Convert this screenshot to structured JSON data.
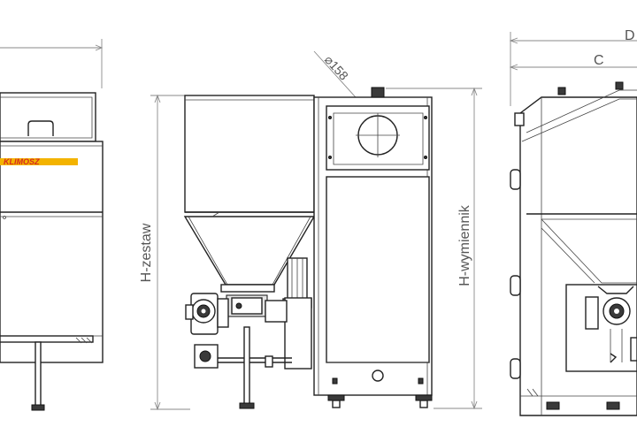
{
  "dimensions": {
    "diameter": "158",
    "h_set": "H-zestaw",
    "h_exchanger": "H-wymiennik",
    "c": "C",
    "d": "D"
  },
  "brand_logo": "KLIMOSZ",
  "colors": {
    "line": "#222222",
    "dimension": "#8a8a8a",
    "logo_red": "#d62b1f",
    "logo_yellow": "#f3b300"
  }
}
